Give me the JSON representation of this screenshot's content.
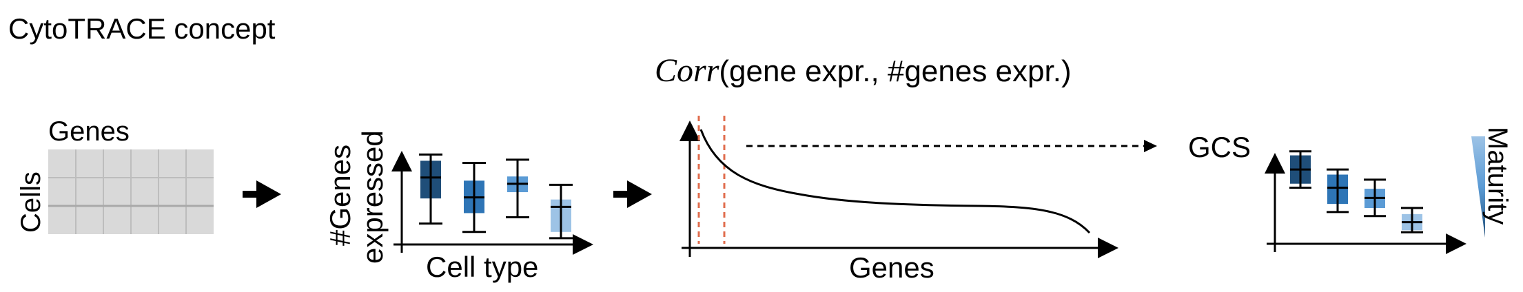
{
  "title": "CytoTRACE concept",
  "colors": {
    "dark_blue": "#1f4e79",
    "mid_blue": "#2e75b6",
    "light_blue": "#5b9bd5",
    "pale_blue": "#9dc3e6",
    "grid_fill": "#d9d9d9",
    "grid_line": "#bdbdbd",
    "dashed_red": "#e06c4c"
  },
  "matrix": {
    "genes_label": "Genes",
    "cells_label": "Cells"
  },
  "panel_b": {
    "y_label_line1": "#Genes",
    "y_label_line2": "expressed",
    "x_label": "Cell type",
    "boxes": [
      {
        "color": "#1f4e79",
        "median": 0.62,
        "q1": 0.42,
        "q3": 0.78,
        "whisker_low": 0.18,
        "whisker_high": 0.84
      },
      {
        "color": "#2e75b6",
        "median": 0.43,
        "q1": 0.28,
        "q3": 0.59,
        "whisker_low": 0.1,
        "whisker_high": 0.76
      },
      {
        "color": "#5b9bd5",
        "median": 0.56,
        "q1": 0.48,
        "q3": 0.63,
        "whisker_low": 0.24,
        "whisker_high": 0.79
      },
      {
        "color": "#9dc3e6",
        "median": 0.34,
        "q1": 0.1,
        "q3": 0.41,
        "whisker_low": 0.04,
        "whisker_high": 0.55
      }
    ]
  },
  "panel_c": {
    "formula_italic": "Corr",
    "formula_rest": "(gene expr., #genes expr.)",
    "x_label": "Genes"
  },
  "panel_d": {
    "y_label": "GCS",
    "maturity_label": "Maturity",
    "boxes": [
      {
        "color": "#1f4e79",
        "median": 0.72,
        "q1": 0.58,
        "q3": 0.86,
        "whisker_low": 0.54,
        "whisker_high": 0.9
      },
      {
        "color": "#2e75b6",
        "median": 0.54,
        "q1": 0.38,
        "q3": 0.67,
        "whisker_low": 0.3,
        "whisker_high": 0.72
      },
      {
        "color": "#5b9bd5",
        "median": 0.44,
        "q1": 0.34,
        "q3": 0.53,
        "whisker_low": 0.26,
        "whisker_high": 0.62
      },
      {
        "color": "#9dc3e6",
        "median": 0.2,
        "q1": 0.12,
        "q3": 0.28,
        "whisker_low": 0.1,
        "whisker_high": 0.34
      }
    ]
  }
}
